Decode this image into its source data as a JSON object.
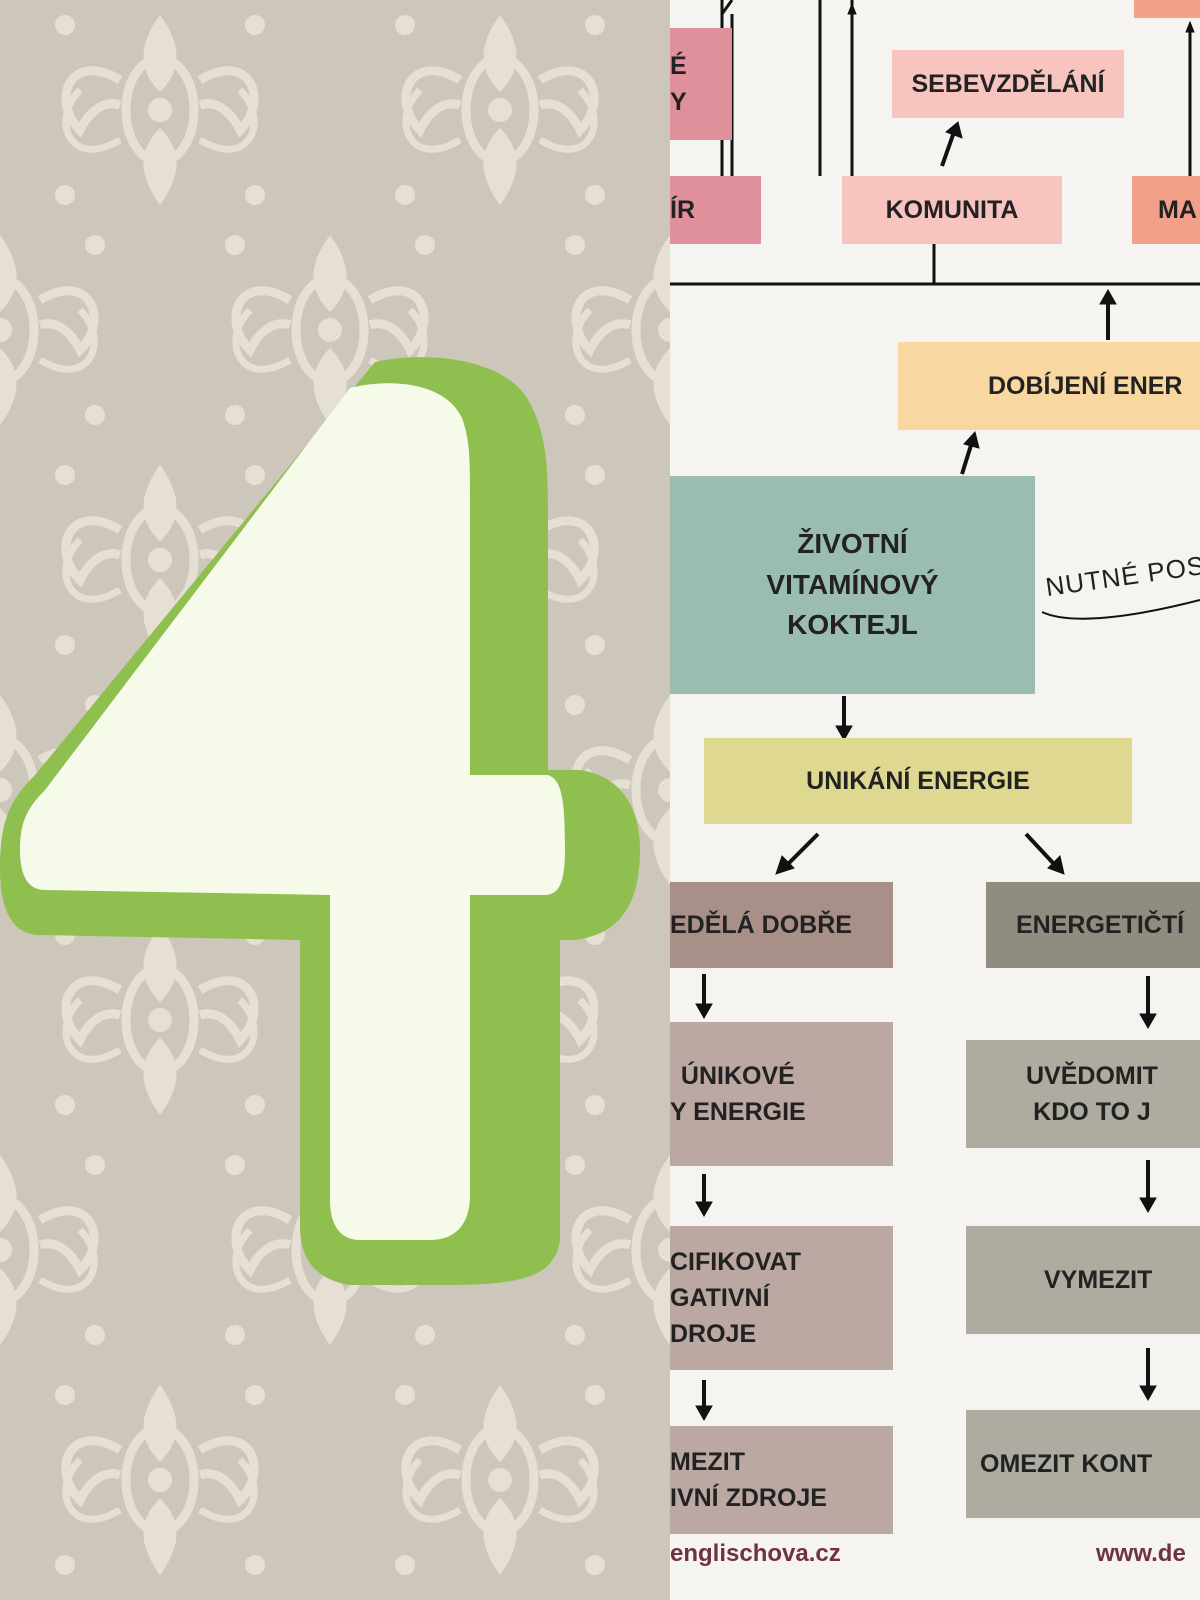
{
  "left": {
    "digit": "4",
    "colors": {
      "background": "#cdc6ba",
      "pattern": "#e6e0d4",
      "digit_fill": "#f5fbe8",
      "digit_outline": "#8fbf4f"
    },
    "pattern_icon": "damask-ornament-icon"
  },
  "diagram": {
    "nodes": {
      "top_left_cut": "É\nY",
      "mir": "ÍR",
      "sebevzdelani": "SEBEVZDĚLÁNÍ",
      "komunita": "KOMUNITA",
      "ma": "MA",
      "dobijeni": "DOBÍJENÍ ENER",
      "koktejl": "ŽIVOTNÍ\nVITAMÍNOVÝ\nKOKTEJL",
      "nutne": "NUTNÉ POS",
      "unikani": "UNIKÁNÍ ENERGIE",
      "nedela": "EDĚLÁ DOBŘE",
      "energeticti": "ENERGETIČTÍ",
      "unikove": "ÚNIKOVÉ\nY ENERGIE",
      "uvedomit": "UVĚDOMIT\nKDO TO J",
      "identifikovat": "CIFIKOVAT\nGATIVNÍ\nDROJE",
      "vymezit": "VYMEZIT",
      "omezit_zdroje": "MEZIT\nIVNÍ ZDROJE",
      "omezit_kontakt": "OMEZIT KONT"
    },
    "colors": {
      "pink": "#e0909a",
      "light_pink": "#f7c4c0",
      "salmon": "#f2a088",
      "peach": "#f8d8a0",
      "teal": "#9bbcb0",
      "khaki": "#dfd890",
      "mauve_dark": "#a89088",
      "mauve_light": "#bca8a2",
      "grey_dark": "#918c80",
      "grey_light": "#aeaca0"
    },
    "footer": {
      "url_left": "englischova.cz",
      "url_right": "www.de"
    }
  }
}
